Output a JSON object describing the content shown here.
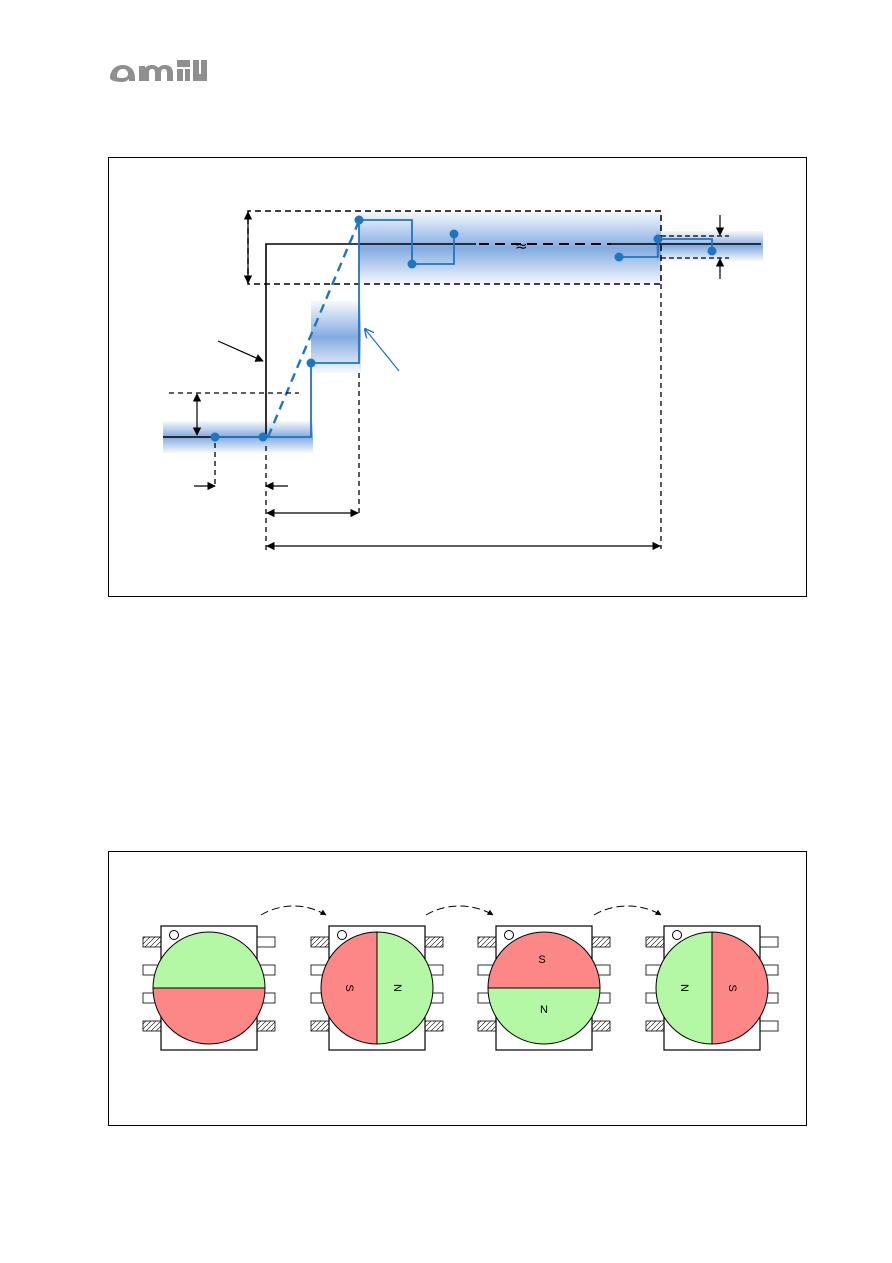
{
  "logo": {
    "text": "ams",
    "color": "#8f8f8f"
  },
  "top_diagram": {
    "squiggle_mark": "≈",
    "colors": {
      "signal": "#1f75c1",
      "band": "#5a8fd6",
      "ideal": "#000000"
    }
  },
  "bottom_diagram": {
    "colors": {
      "north": "#b4f7a4",
      "south": "#fb8787"
    },
    "chips": [
      {
        "id": "chip-0deg",
        "top_label": "",
        "bottom_label": "",
        "left_label": "",
        "right_label": ""
      },
      {
        "id": "chip-90deg",
        "top_label": "",
        "bottom_label": "",
        "left_label": "S",
        "right_label": "N"
      },
      {
        "id": "chip-180deg",
        "top_label": "S",
        "bottom_label": "N",
        "left_label": "",
        "right_label": ""
      },
      {
        "id": "chip-270deg",
        "top_label": "",
        "bottom_label": "",
        "left_label": "N",
        "right_label": "S"
      }
    ]
  }
}
